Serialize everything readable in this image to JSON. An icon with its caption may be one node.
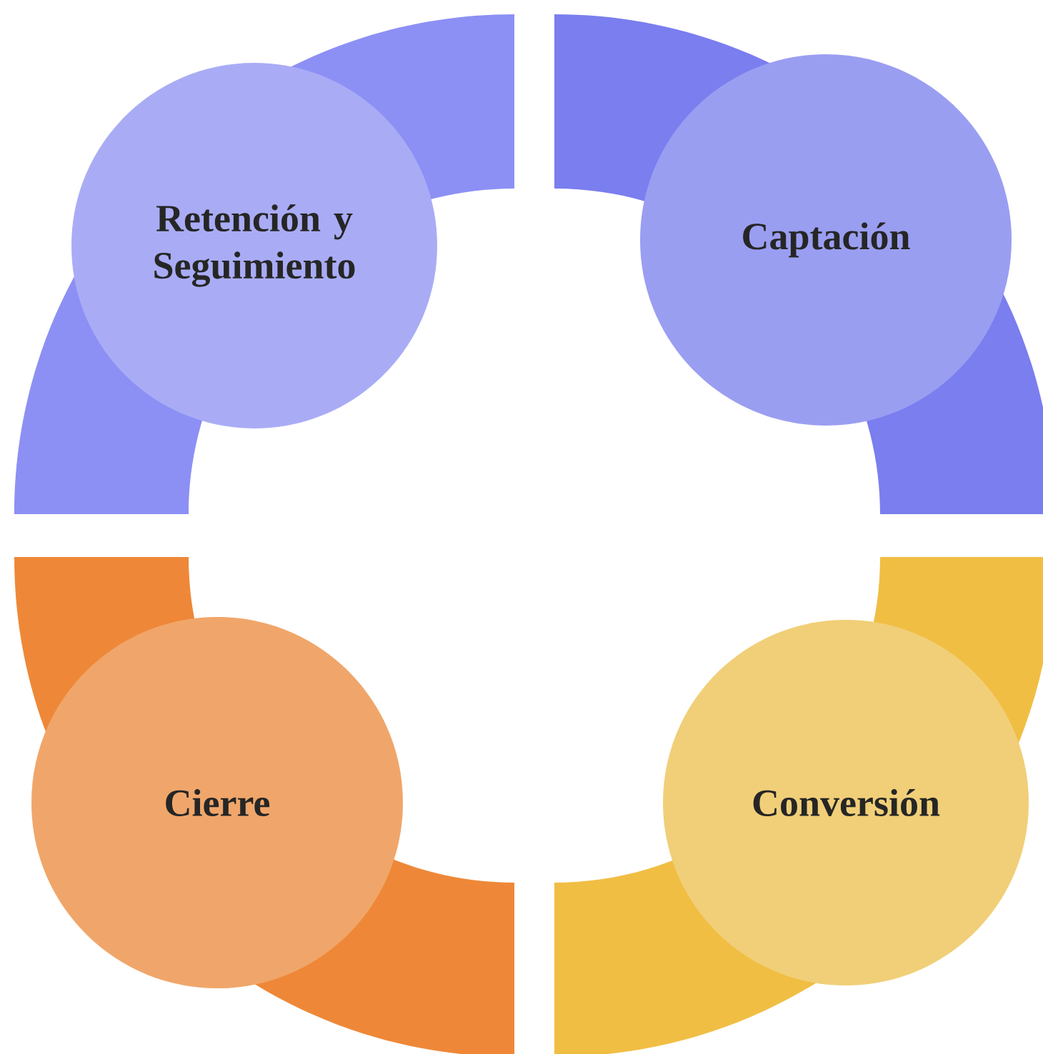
{
  "diagram": {
    "nodes": [
      {
        "text": [
          "Retención y Seguimiento"
        ]
      },
      {
        "text": [
          "Captación"
        ]
      },
      {
        "text": [
          "Cierre"
        ]
      },
      {
        "text": [
          "Conversión"
        ]
      }
    ]
  }
}
